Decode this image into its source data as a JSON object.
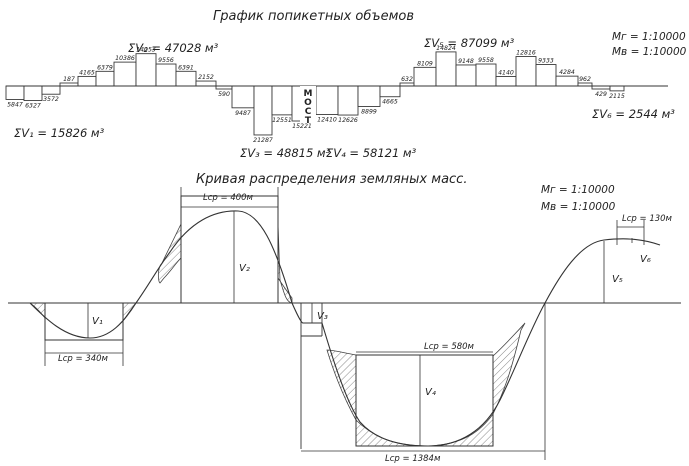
{
  "histogram": {
    "title": "График попикетных объемов",
    "scale": {
      "horizontal": "Мг = 1:10000",
      "vertical": "Мв = 1:10000"
    },
    "bridge_label": [
      "М",
      "О",
      "С",
      "Т"
    ],
    "sums": [
      {
        "id": "s1",
        "text": "ΣV₁ = 15826 м³"
      },
      {
        "id": "s2",
        "text": "ΣV₂ = 47028 м³"
      },
      {
        "id": "s3",
        "text": "ΣV₃ = 48815 м³"
      },
      {
        "id": "s4",
        "text": "ΣV₄ = 58121 м³"
      },
      {
        "id": "s5",
        "text": "ΣV₅ = 87099 м³"
      },
      {
        "id": "s6",
        "text": "ΣV₆ = 2544 м³"
      }
    ],
    "bars": [
      {
        "label": "5847",
        "value": -5847
      },
      {
        "label": "6327",
        "value": -6327
      },
      {
        "label": "3572",
        "value": -3572
      },
      {
        "label": "187",
        "value": 187
      },
      {
        "label": "4165",
        "value": 4165
      },
      {
        "label": "6379",
        "value": 6379
      },
      {
        "label": "10386",
        "value": 10386
      },
      {
        "label": "14053",
        "value": 14053
      },
      {
        "label": "9556",
        "value": 9556
      },
      {
        "label": "6391",
        "value": 6391
      },
      {
        "label": "2152",
        "value": 2152
      },
      {
        "label": "590",
        "value": -590
      },
      {
        "label": "9487",
        "value": -9487
      },
      {
        "label": "21287",
        "value": -21287
      },
      {
        "label": "12551",
        "value": -12551
      },
      {
        "label": "15221",
        "value": -15221
      },
      {
        "label": "12410",
        "value": -12410
      },
      {
        "label": "12626",
        "value": -12626
      },
      {
        "label": "8899",
        "value": -8899
      },
      {
        "label": "4665",
        "value": -4665
      },
      {
        "label": "632",
        "value": 632
      },
      {
        "label": "8109",
        "value": 8109
      },
      {
        "label": "14824",
        "value": 14824
      },
      {
        "label": "9148",
        "value": 9148
      },
      {
        "label": "9558",
        "value": 9558
      },
      {
        "label": "4140",
        "value": 4140
      },
      {
        "label": "12816",
        "value": 12816
      },
      {
        "label": "9333",
        "value": 9333
      },
      {
        "label": "4284",
        "value": 4284
      },
      {
        "label": "962",
        "value": 962
      },
      {
        "label": "429",
        "value": -429
      },
      {
        "label": "2115",
        "value": -2115
      }
    ]
  },
  "mass_curve": {
    "title": "Кривая распределения земляных масс.",
    "scale": {
      "horizontal": "Мг = 1:10000",
      "vertical": "Мв = 1:10000"
    },
    "haul_distances": [
      {
        "id": "l1",
        "text": "Lср = 340м"
      },
      {
        "id": "l2",
        "text": "Lср = 400м"
      },
      {
        "id": "l3",
        "text": "Lср = 580м"
      },
      {
        "id": "l4",
        "text": "Lср = 1384м"
      },
      {
        "id": "l5",
        "text": "Lср = 130м"
      }
    ],
    "volume_labels": [
      "V₁",
      "V₂",
      "V₃",
      "V₄",
      "V₅",
      "V₆"
    ]
  }
}
